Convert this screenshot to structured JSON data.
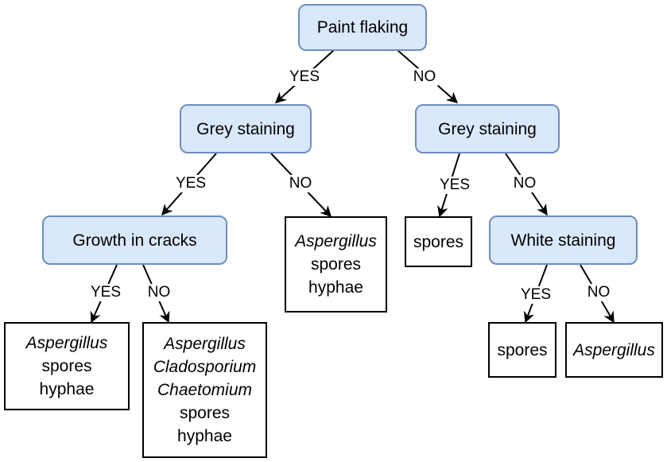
{
  "decisions": {
    "root": "Paint flaking",
    "grey_left": "Grey staining",
    "grey_right": "Grey staining",
    "cracks": "Growth in cracks",
    "white": "White staining"
  },
  "outcomes": {
    "cracks_yes": [
      "Aspergillus",
      "spores",
      "hyphae"
    ],
    "cracks_no": [
      "Aspergillus",
      "Cladosporium",
      "Chaetomium",
      "spores",
      "hyphae"
    ],
    "grey_left_no": [
      "Aspergillus",
      "spores",
      "hyphae"
    ],
    "grey_right_yes": [
      "spores"
    ],
    "white_yes": [
      "spores"
    ],
    "white_no": [
      "Aspergillus"
    ]
  },
  "edge_labels": {
    "yes": "YES",
    "no": "NO"
  },
  "colors": {
    "decision_fill": "#dae8fc",
    "decision_border": "#6c8ebf",
    "leaf_border": "#000000",
    "edge": "#000000"
  }
}
